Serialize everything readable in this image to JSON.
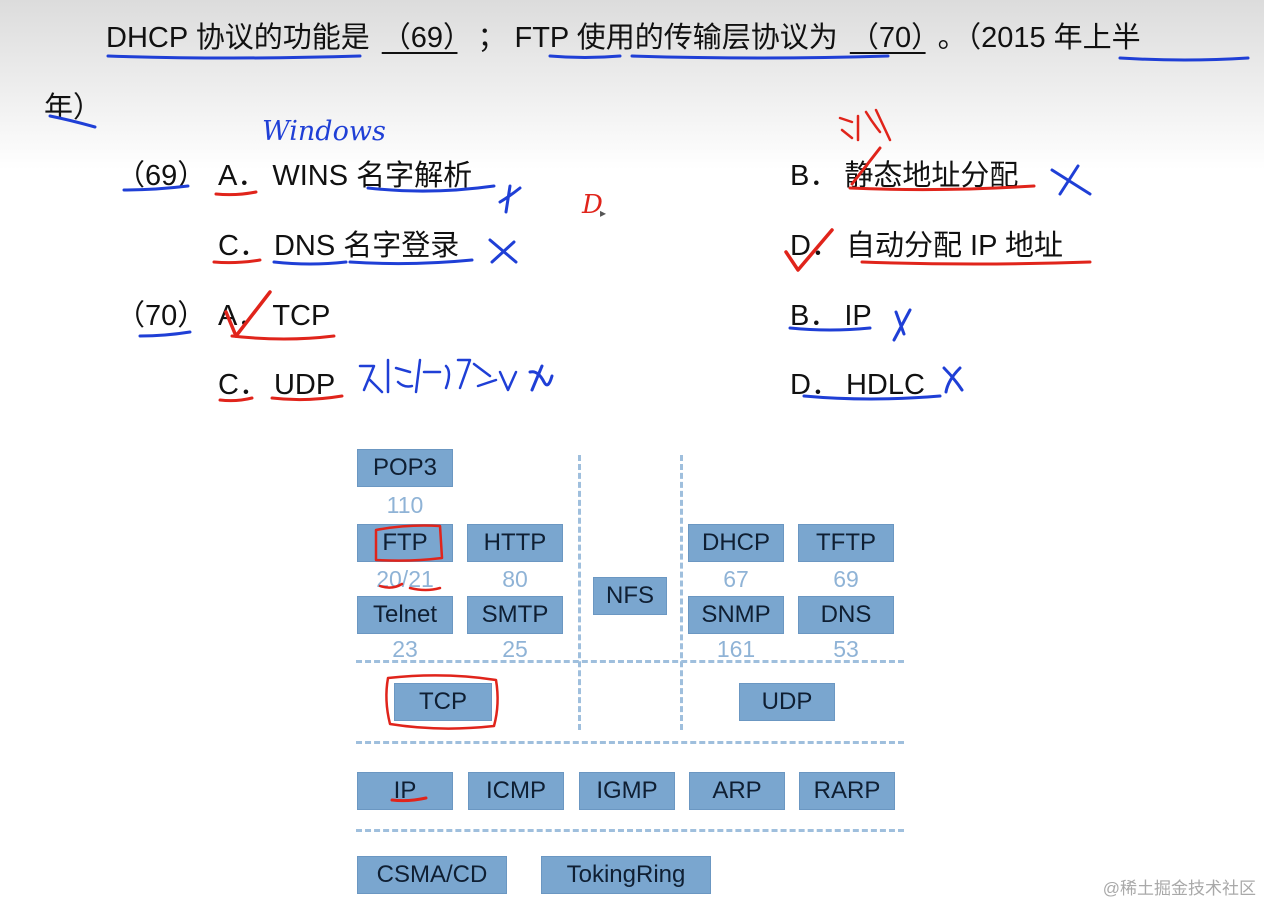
{
  "question": {
    "part1": "DHCP 协议的功能是",
    "blank1": "（69）",
    "sep": "；",
    "part2": "FTP 使用的传输层协议为",
    "blank2": "（70）",
    "end": "。（2015 年上半",
    "cont": "年）"
  },
  "q69": {
    "label": "（69）",
    "options": [
      {
        "letter": "A．",
        "text": "WINS 名字解析"
      },
      {
        "letter": "B．",
        "text": "静态地址分配"
      },
      {
        "letter": "C．",
        "text": "DNS 名字登录"
      },
      {
        "letter": "D．",
        "text": "自动分配 IP 地址"
      }
    ]
  },
  "q70": {
    "label": "（70）",
    "options": [
      {
        "letter": "A．",
        "text": "TCP"
      },
      {
        "letter": "B．",
        "text": "IP"
      },
      {
        "letter": "C．",
        "text": "UDP"
      },
      {
        "letter": "D．",
        "text": "HDLC"
      }
    ]
  },
  "handwriting": {
    "windows": "Windows",
    "d_mark": "D"
  },
  "diagram": {
    "app_tcp": [
      {
        "name": "POP3",
        "port": "110"
      },
      {
        "name": "FTP",
        "port": "20/21"
      },
      {
        "name": "HTTP",
        "port": "80"
      },
      {
        "name": "Telnet",
        "port": "23"
      },
      {
        "name": "SMTP",
        "port": "25"
      }
    ],
    "app_mid": {
      "name": "NFS"
    },
    "app_udp": [
      {
        "name": "DHCP",
        "port": "67"
      },
      {
        "name": "TFTP",
        "port": "69"
      },
      {
        "name": "SNMP",
        "port": "161"
      },
      {
        "name": "DNS",
        "port": "53"
      }
    ],
    "transport": [
      "TCP",
      "UDP"
    ],
    "network": [
      "IP",
      "ICMP",
      "IGMP",
      "ARP",
      "RARP"
    ],
    "link": [
      "CSMA/CD",
      "TokingRing"
    ]
  },
  "colors": {
    "box": "#7aa6cf",
    "port": "#8fb3d6",
    "ink_blue": "#1f3fd6",
    "ink_red": "#e0241b"
  },
  "watermark": "@稀土掘金技术社区"
}
